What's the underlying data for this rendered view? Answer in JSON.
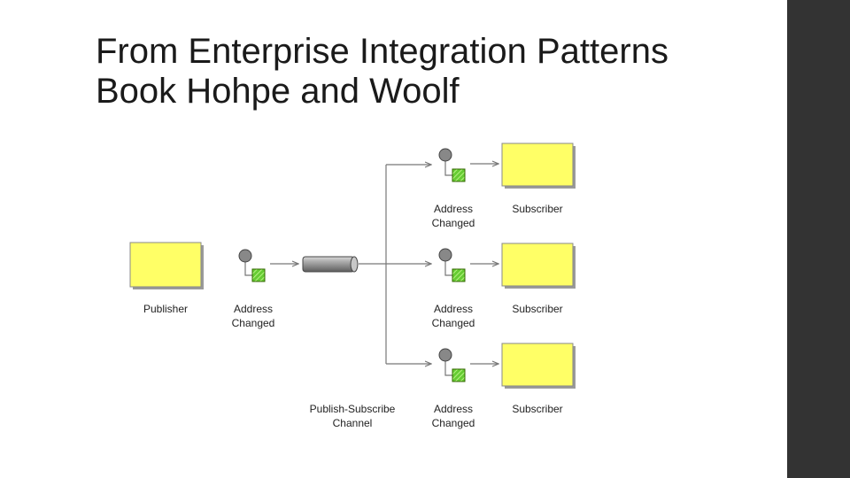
{
  "title": {
    "line1": "From Enterprise Integration Patterns",
    "line2": "Book Hohpe and Woolf"
  },
  "diagram": {
    "publisher_label": "Publisher",
    "publisher_message": [
      "Address",
      "Changed"
    ],
    "channel_label": [
      "Publish-Subscribe",
      "Channel"
    ],
    "subscribers": [
      {
        "message": [
          "Address",
          "Changed"
        ],
        "label": "Subscriber"
      },
      {
        "message": [
          "Address",
          "Changed"
        ],
        "label": "Subscriber"
      },
      {
        "message": [
          "Address",
          "Changed"
        ],
        "label": "Subscriber"
      }
    ]
  },
  "colors": {
    "sidebar": "#333333",
    "box_fill": "#ffff66",
    "message_fill": "#66cc33",
    "connector": "#777777",
    "channel": "#888888"
  }
}
